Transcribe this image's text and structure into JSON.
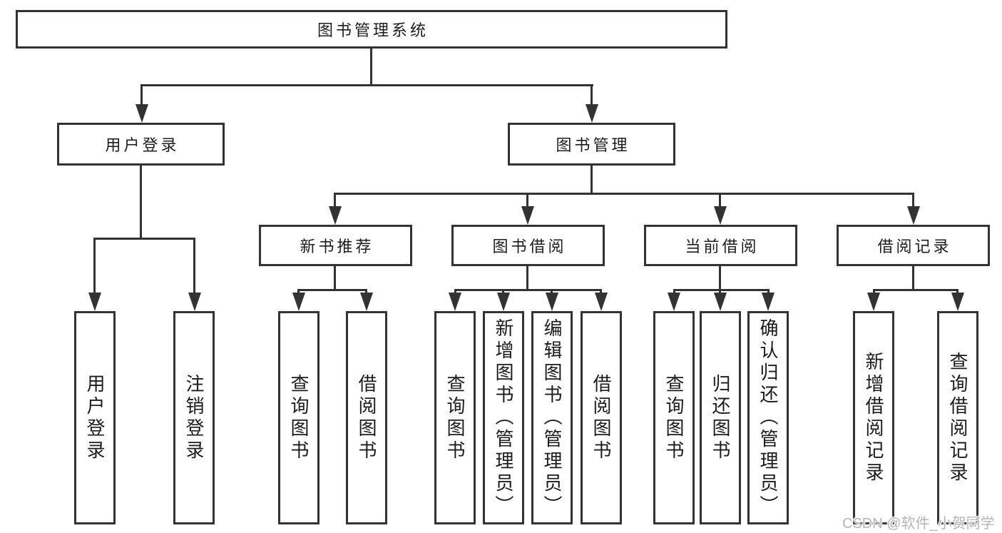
{
  "diagram": {
    "root": {
      "label": "图书管理系统"
    },
    "level2": [
      {
        "id": "user-login",
        "label": "用户登录"
      },
      {
        "id": "book-management",
        "label": "图书管理"
      }
    ],
    "level3": [
      {
        "id": "new-book-recommend",
        "label": "新书推荐"
      },
      {
        "id": "book-borrow",
        "label": "图书借阅"
      },
      {
        "id": "current-borrow",
        "label": "当前借阅"
      },
      {
        "id": "borrow-record",
        "label": "借阅记录"
      }
    ],
    "leaves": [
      {
        "parent": "user-login",
        "label": "用户登录"
      },
      {
        "parent": "user-login",
        "label": "注销登录"
      },
      {
        "parent": "new-book-recommend",
        "label": "查询图书"
      },
      {
        "parent": "new-book-recommend",
        "label": "借阅图书"
      },
      {
        "parent": "book-borrow",
        "label": "查询图书"
      },
      {
        "parent": "book-borrow",
        "label": "新增图书（管理员）"
      },
      {
        "parent": "book-borrow",
        "label": "编辑图书（管理员）"
      },
      {
        "parent": "book-borrow",
        "label": "借阅图书"
      },
      {
        "parent": "current-borrow",
        "label": "查询图书"
      },
      {
        "parent": "current-borrow",
        "label": "归还图书"
      },
      {
        "parent": "current-borrow",
        "label": "确认归还（管理员）"
      },
      {
        "parent": "borrow-record",
        "label": "新增借阅记录"
      },
      {
        "parent": "borrow-record",
        "label": "查询借阅记录"
      }
    ],
    "watermark": "CSDN @软件_小贺同学",
    "colors": {
      "line": "#333333",
      "box_background": "#ffffff",
      "text": "#1c1c1c",
      "watermark": "#b5b5b5"
    }
  }
}
